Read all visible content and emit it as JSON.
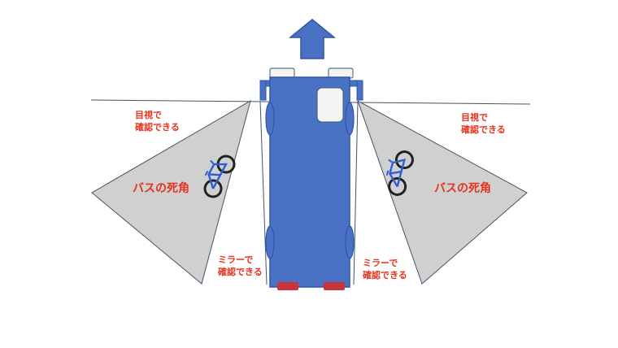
{
  "labels": {
    "visual_left": [
      "目視で",
      "確認できる"
    ],
    "visual_right": [
      "目視で",
      "確認できる"
    ],
    "blind_left": "バスの死角",
    "blind_right": "バスの死角",
    "mirror_left": [
      "ミラーで",
      "確認できる"
    ],
    "mirror_right": [
      "ミラーで",
      "確認できる"
    ]
  },
  "colors": {
    "bus": "#4a72c4",
    "bus_outline": "#2f57a8",
    "blind_zone": "#d0d0d0",
    "zone_outline": "#44546a",
    "label_text": "#e8311e",
    "tail_light": "#c9343c",
    "headlight": "#f4f4f4",
    "bicycle": "#2c5fcf"
  },
  "icons": [
    "up-arrow-icon",
    "bicycle-icon"
  ]
}
